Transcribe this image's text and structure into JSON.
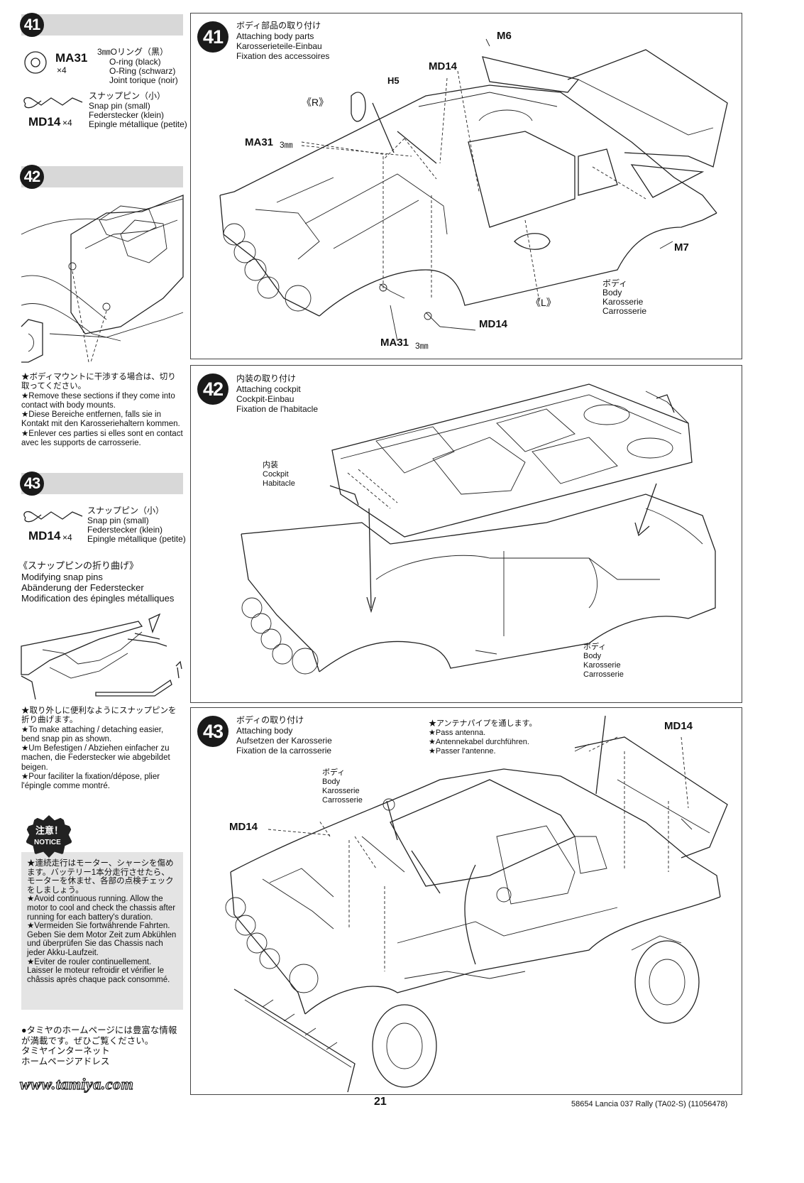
{
  "sidebar": {
    "step41": {
      "number": "41",
      "parts": [
        {
          "code": "MA31",
          "qty": "×4",
          "lines": [
            "3㎜Oリング（黒）",
            "O-ring (black)",
            "O-Ring (schwarz)",
            "Joint torique (noir)"
          ]
        },
        {
          "code": "MD14",
          "qty": "×4",
          "lines": [
            "スナップピン（小）",
            "Snap pin (small)",
            "Federstecker (klein)",
            "Epingle métallique (petite)"
          ]
        }
      ]
    },
    "step42": {
      "number": "42",
      "note": "★ボディマウントに干渉する場合は、切り取ってください。\n★Remove these sections if they come into contact with body mounts.\n★Diese Bereiche entfernen, falls sie in Kontakt mit den Karosseriehaltern kommen.\n★Enlever ces parties si elles sont en contact avec les supports de carrosserie."
    },
    "step43": {
      "number": "43",
      "part": {
        "code": "MD14",
        "qty": "×4",
        "lines": [
          "スナップピン（小）",
          "Snap pin (small)",
          "Federstecker (klein)",
          "Epingle métallique (petite)"
        ]
      },
      "modify_title": [
        "《スナップピンの折り曲げ》",
        "Modifying snap pins",
        "Abänderung der Federstecker",
        "Modification des épingles métalliques"
      ],
      "note": "★取り外しに便利なようにスナップピンを折り曲げます。\n★To make attaching / detaching easier, bend snap pin as shown.\n★Um Befestigen / Abziehen einfacher zu machen, die Federstecker wie abgebildet beigen.\n★Pour faciliter la fixation/dépose, plier l'épingle comme montré."
    },
    "notice": {
      "badge_jp": "注意！",
      "badge_en": "NOTICE",
      "text": "★連続走行はモーター、シャーシを傷めます。バッテリー1本分走行させたら、モーターを休ませ、各部の点検チェックをしましょう。\n★Avoid continuous running. Allow the motor to cool and check the chassis after running for each battery's duration.\n★Vermeiden Sie fortwährende Fahrten. Geben Sie dem Motor Zeit zum Abkühlen und überprüfen Sie das Chassis nach jeder Akku-Laufzeit.\n★Eviter de rouler continuellement. Laisser le moteur refroidir et vérifier le châssis après chaque pack consommé."
    },
    "homepage": "●タミヤのホームページには豊富な情報が満載です。ぜひご覧ください。\nタミヤインターネット\nホームページアドレス",
    "url": "www.tamiya.com"
  },
  "panel41": {
    "number": "41",
    "title": [
      "ボディ部品の取り付け",
      "Attaching body parts",
      "Karosserieteile-Einbau",
      "Fixation des accessoires"
    ],
    "labels": {
      "m6": "M6",
      "md14_top": "MD14",
      "h5": "H5",
      "r": "《R》",
      "ma31_top": "MA31",
      "ma31_top_unit": "3㎜",
      "m7": "M7",
      "l": "《L》",
      "md14_bottom": "MD14",
      "ma31_bottom": "MA31",
      "ma31_bottom_unit": "3㎜"
    },
    "body_label": [
      "ボディ",
      "Body",
      "Karosserie",
      "Carrosserie"
    ]
  },
  "panel42": {
    "number": "42",
    "title": [
      "内装の取り付け",
      "Attaching cockpit",
      "Cockpit-Einbau",
      "Fixation de l'habitacle"
    ],
    "cockpit_label": [
      "内装",
      "Cockpit",
      "Habitacle"
    ],
    "body_label": [
      "ボディ",
      "Body",
      "Karosserie",
      "Carrosserie"
    ]
  },
  "panel43": {
    "number": "43",
    "title": [
      "ボディの取り付け",
      "Attaching body",
      "Aufsetzen der Karosserie",
      "Fixation de la carrosserie"
    ],
    "antenna_note": [
      "★アンテナパイプを通します。",
      "★Pass antenna.",
      "★Antennekabel durchführen.",
      "★Passer l'antenne."
    ],
    "body_label": [
      "ボディ",
      "Body",
      "Karosserie",
      "Carrosserie"
    ],
    "md14_right": "MD14",
    "md14_left": "MD14"
  },
  "footer": {
    "page_number": "21",
    "product": "58654  Lancia 037 Rally (TA02-S) (11056478)"
  }
}
